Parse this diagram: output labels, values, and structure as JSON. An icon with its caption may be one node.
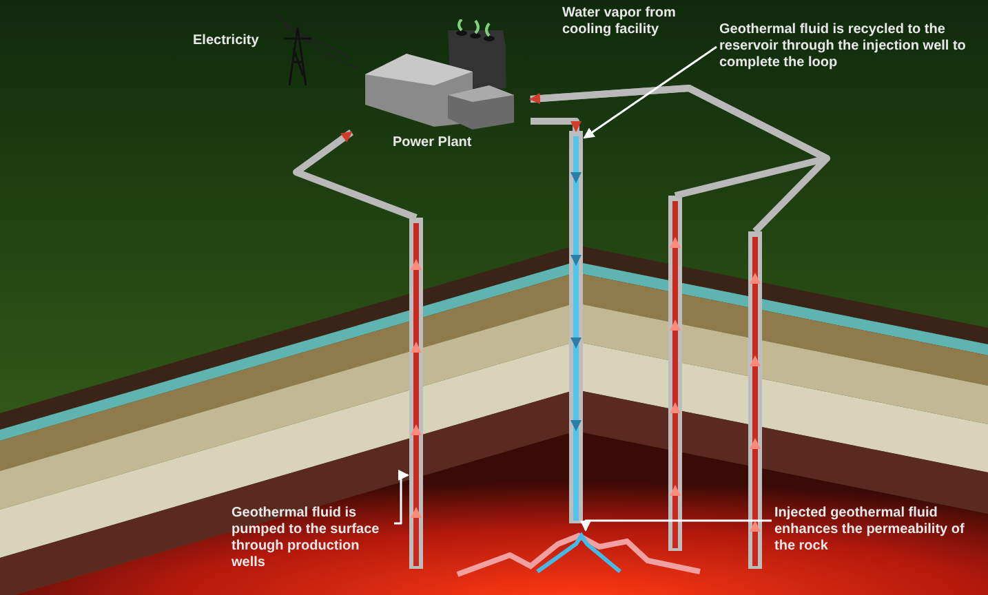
{
  "diagram": {
    "nodes": [
      {
        "text": [
          "Power Plant"
        ]
      },
      {
        "text": [],
        "shape": "picture"
      },
      {
        "text": [],
        "shape": "picture"
      },
      {
        "text": [],
        "shape": "picture"
      },
      {
        "text": [],
        "shape": "picture"
      },
      {
        "text": [],
        "shape": "picture"
      },
      {
        "text": [
          "Geothermal fluid is recycled to the reservoir through the injection well to complete the loop"
        ]
      },
      {
        "text": [
          "Geothermal fluid is pumped to the surface through production wells"
        ]
      },
      {
        "text": [
          "Injected geothermal fluid enhances the permeability of the rock"
        ]
      }
    ],
    "edges": [
      {
        "from": 1,
        "to": 0,
        "arrow": "to"
      },
      {
        "from": 2,
        "to": 0,
        "arrow": "to"
      },
      {
        "from": 3,
        "to": 0,
        "arrow": "to"
      },
      {
        "from": 0,
        "to": 4,
        "arrow": "to"
      },
      {
        "from": 6,
        "to": 4,
        "arrow": "to",
        "color": "#ffffff"
      },
      {
        "from": 7,
        "to": 1,
        "arrow": "to",
        "color": "#ffffff"
      },
      {
        "from": 8,
        "to": 5,
        "arrow": "to",
        "color": "#ffffff"
      }
    ],
    "labels": [
      "Electricity",
      "Water vapor from cooling facility"
    ]
  }
}
